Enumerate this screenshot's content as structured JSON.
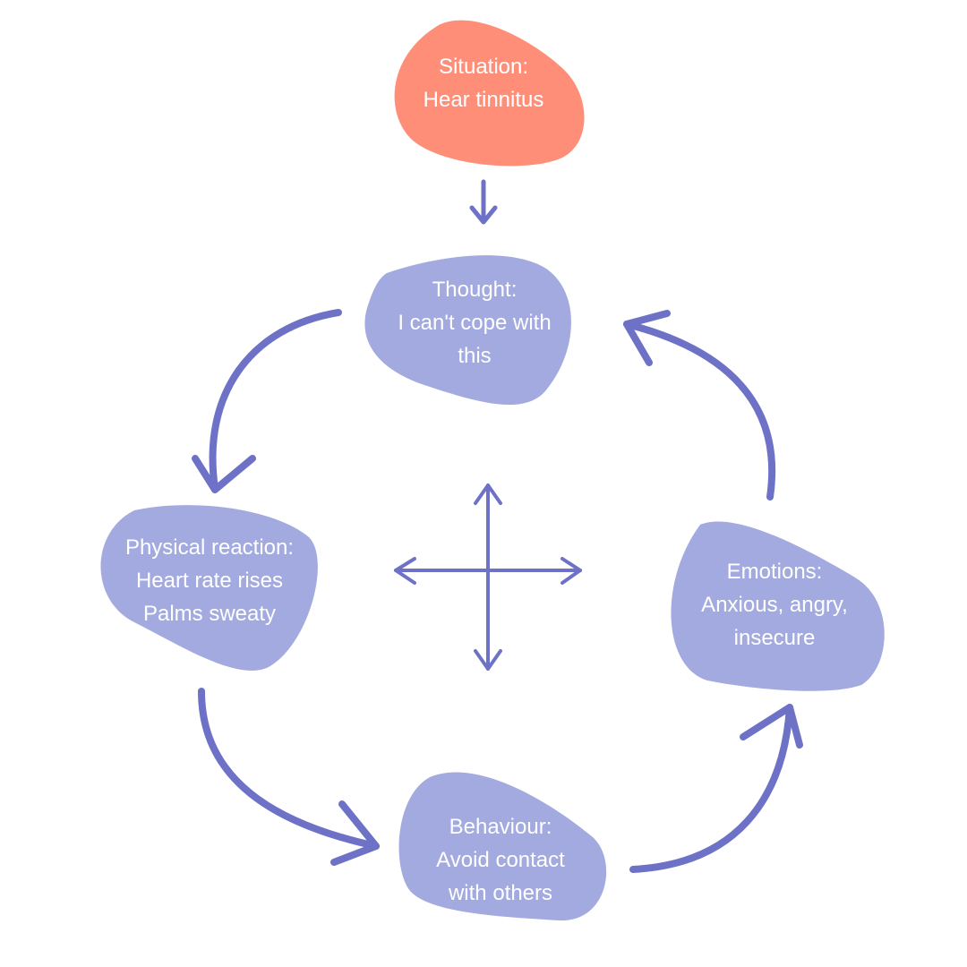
{
  "colors": {
    "background": "#ffffff",
    "situation_fill": "#FF8E79",
    "node_fill": "#A2AAE0",
    "arrow": "#6E72C7",
    "text": "#ffffff"
  },
  "nodes": {
    "situation": {
      "lines": [
        "Situation:",
        "Hear tinnitus"
      ]
    },
    "thought": {
      "lines": [
        "Thought:",
        "I can't cope with",
        "this"
      ]
    },
    "physical": {
      "lines": [
        "Physical reaction:",
        "Heart rate rises",
        "Palms sweaty"
      ]
    },
    "emotions": {
      "lines": [
        "Emotions:",
        "Anxious, angry,",
        "insecure"
      ]
    },
    "behaviour": {
      "lines": [
        "Behaviour:",
        "Avoid contact",
        "with others"
      ]
    }
  },
  "arrows": [
    {
      "from": "situation",
      "to": "thought"
    },
    {
      "from": "thought",
      "to": "physical"
    },
    {
      "from": "physical",
      "to": "behaviour"
    },
    {
      "from": "behaviour",
      "to": "emotions"
    },
    {
      "from": "emotions",
      "to": "thought"
    }
  ],
  "center_icon": "four-way-arrow-icon"
}
